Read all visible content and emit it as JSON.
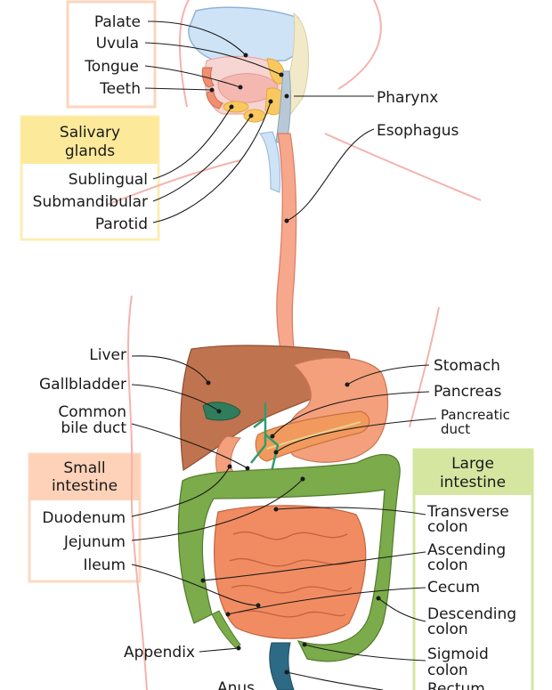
{
  "labels": {
    "palate": "Palate",
    "uvula": "Uvula",
    "tongue": "Tongue",
    "teeth": "Teeth",
    "pharynx": "Pharynx",
    "esophagus": "Esophagus",
    "salivary_title_1": "Salivary",
    "salivary_title_2": "glands",
    "sublingual": "Sublingual",
    "submandibular": "Submandibular",
    "parotid": "Parotid",
    "liver": "Liver",
    "gallbladder": "Gallbladder",
    "common_bile_1": "Common",
    "common_bile_2": "bile duct",
    "stomach": "Stomach",
    "pancreas": "Pancreas",
    "pancreatic_duct_1": "Pancreatic",
    "pancreatic_duct_2": "duct",
    "small_title_1": "Small",
    "small_title_2": "intestine",
    "duodenum": "Duodenum",
    "jejunum": "Jejunum",
    "ileum": "Ileum",
    "appendix": "Appendix",
    "anus": "Anus",
    "large_title_1": "Large",
    "large_title_2": "intestine",
    "transverse_1": "Transverse",
    "transverse_2": "colon",
    "ascending_1": "Ascending",
    "ascending_2": "colon",
    "cecum": "Cecum",
    "descending_1": "Descending",
    "descending_2": "colon",
    "sigmoid_1": "Sigmoid",
    "sigmoid_2": "colon",
    "rectum": "Rectum"
  },
  "colors": {
    "body_outline": "#f4b3ad",
    "oral_cavity": "#f6d5d2",
    "palate_blue": "#cfe3f7",
    "salivary": "#f9c860",
    "esophagus": "#f6a78c",
    "liver": "#c0734f",
    "gallbladder": "#2f7d5c",
    "stomach": "#f4a07c",
    "pancreas": "#f29a5e",
    "small_intestine": "#f18c62",
    "large_intestine": "#7bab4a",
    "rectum": "#2d6a86",
    "box_salivary_fill": "#fde99a",
    "box_salivary_border": "#fbeeb6",
    "box_small_fill": "#fdd2b8",
    "box_small_border": "#fcd9c4",
    "box_large_fill": "#d5e6a1",
    "box_large_border": "#d5e6a1"
  }
}
